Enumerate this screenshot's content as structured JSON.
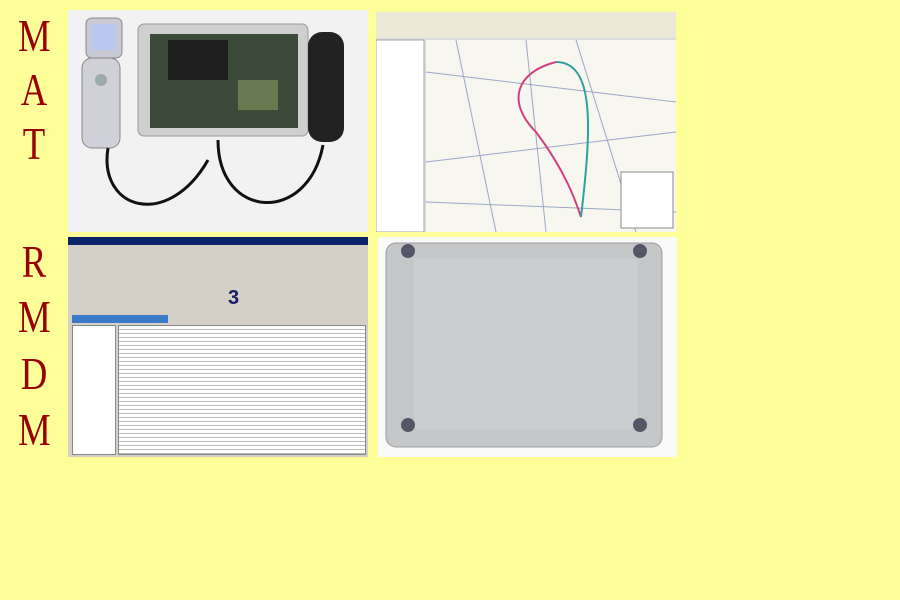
{
  "side_text": {
    "group1": [
      "M",
      "A",
      "T"
    ],
    "group2": [
      "R",
      "M",
      "D",
      "M"
    ]
  },
  "software_window": {
    "counter": "3"
  },
  "colors": {
    "background": "#ffff99",
    "letters": "#990000"
  }
}
